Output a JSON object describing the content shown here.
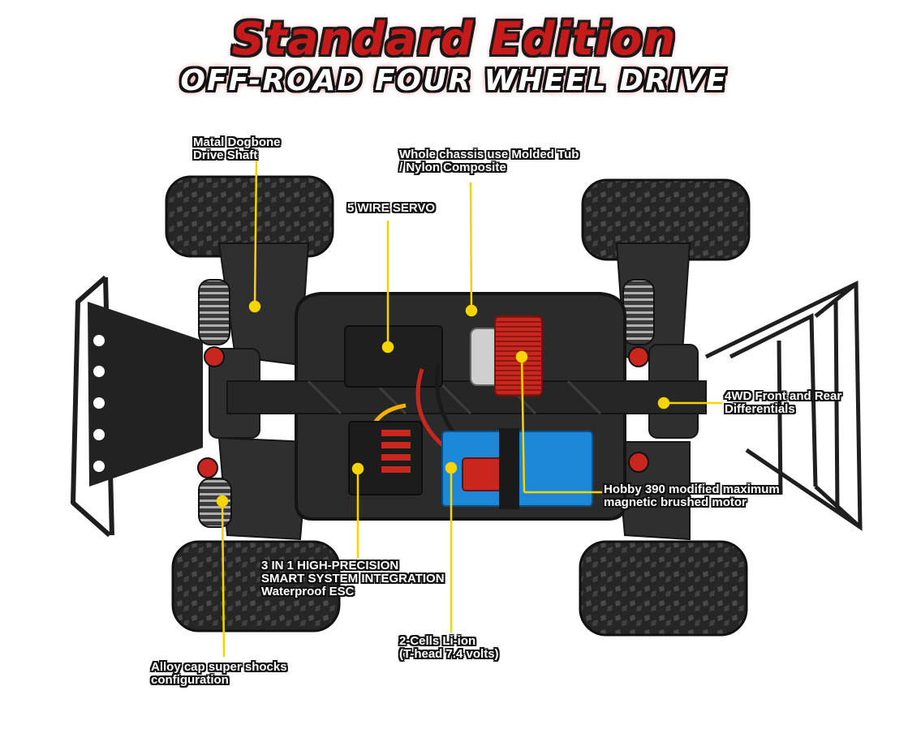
{
  "title": {
    "main": "Standard Edition",
    "sub": "OFF-ROAD FOUR WHEEL DRIVE"
  },
  "callouts": {
    "dogbone": {
      "line1": "Matal Dogbone",
      "line2": "Drive Shaft"
    },
    "chassis": {
      "line1": "Whole chassis use Molded Tub",
      "line2": "/ Nylon Composite"
    },
    "servo": {
      "line1": "5 WIRE SERVO"
    },
    "diff": {
      "line1": "4WD Front and Rear",
      "line2": "Differentials"
    },
    "motor": {
      "line1": "Hobby 390 modified maximum",
      "line2": "magnetic brushed motor"
    },
    "esc": {
      "line1": "3 IN 1 HIGH-PRECISION",
      "line2": "SMART SYSTEM INTEGRATION",
      "line3": "Waterproof ESC"
    },
    "battery": {
      "line1": "2-Cells  Li-ion",
      "line2": "(T-head 7.4 volts)"
    },
    "shocks": {
      "line1": "Alloy cap super shocks",
      "line2": "configuration"
    }
  },
  "colors": {
    "callout_line": "#f5d400",
    "title_red": "#c71a1a",
    "chassis": "#2b2b2b",
    "motor_red": "#c8261e",
    "battery_blue": "#1e88d8"
  }
}
